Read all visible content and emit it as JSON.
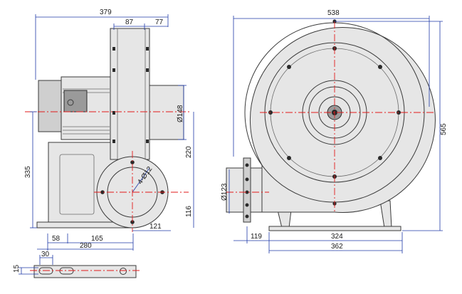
{
  "dimensions": {
    "top_width": "379",
    "housing_width": "87",
    "inlet_depth": "77",
    "inlet_diameter": "Ø148",
    "center_height_upper": "220",
    "total_height_side": "335",
    "outlet_center_height": "116",
    "flange_offset": "121",
    "base_58": "58",
    "base_165": "165",
    "base_280": "280",
    "slot_width": "30",
    "slot_height": "15",
    "front_width": "538",
    "front_height": "565",
    "outlet_diameter": "Ø123",
    "front_119": "119",
    "front_324": "324",
    "front_362": "362",
    "flange_bolt_label": "4-Ø12"
  },
  "colors": {
    "dimension_line": "#1f3aa8",
    "center_line": "#e11b1b",
    "body_fill": "#e6e6e6"
  }
}
